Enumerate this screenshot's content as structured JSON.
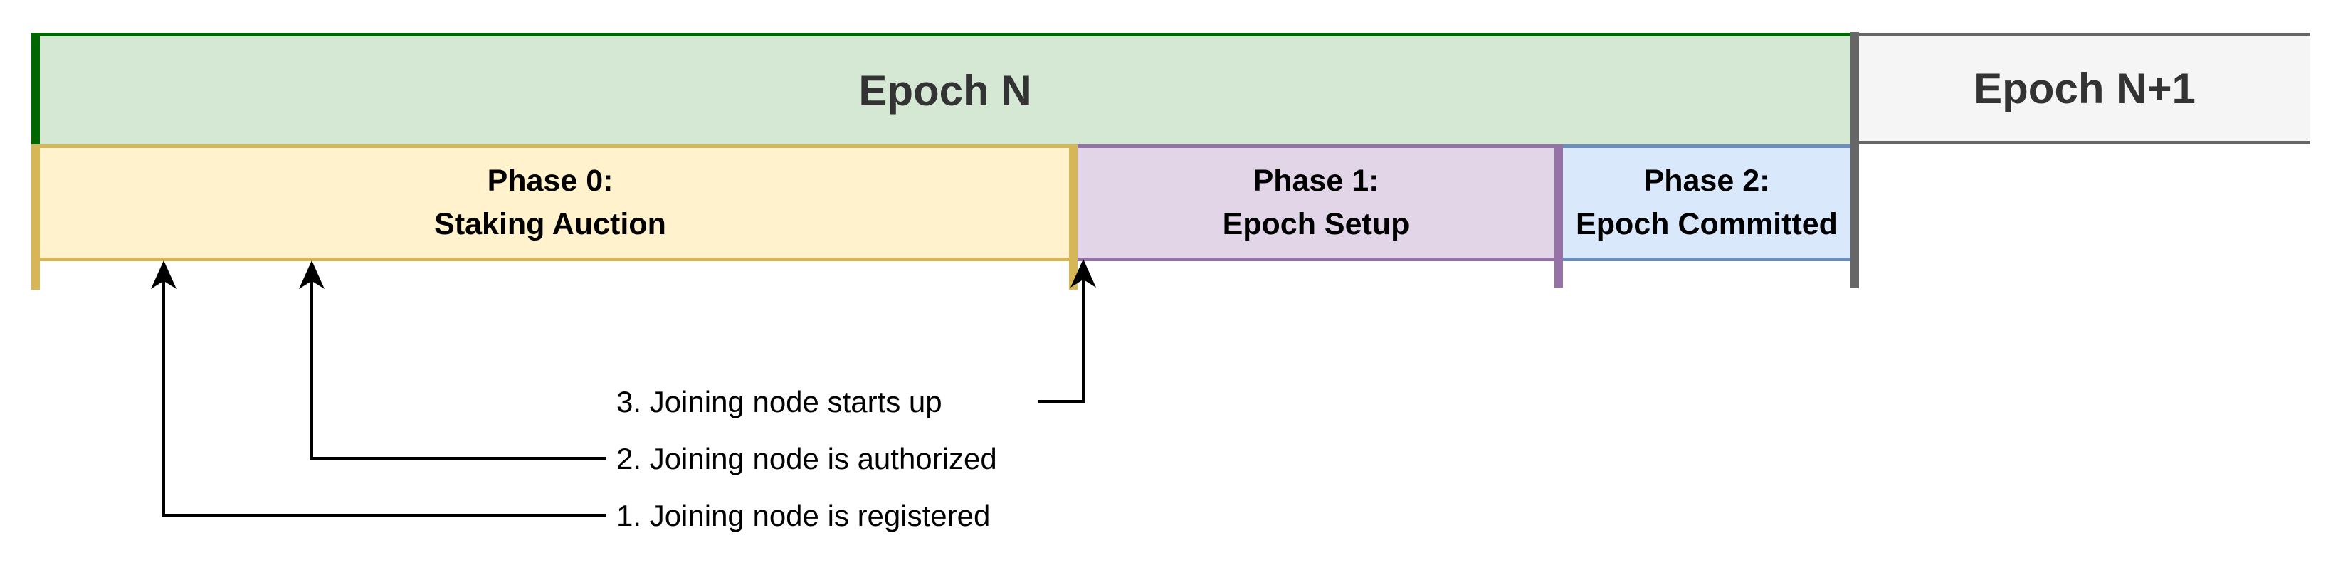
{
  "epochs": [
    {
      "id": "epoch-n",
      "label": "Epoch N",
      "fill": "#d5e8d4",
      "border": "#006600",
      "text_color": "#333333"
    },
    {
      "id": "epoch-n-plus-1",
      "label": "Epoch N+1",
      "fill": "#f5f5f5",
      "border": "#666666",
      "text_color": "#333333"
    }
  ],
  "phases": [
    {
      "id": "phase-0",
      "label_line1": "Phase 0:",
      "label_line2": "Staking Auction",
      "fill": "#fff2cc",
      "border": "#d6b656",
      "text_color": "#000000"
    },
    {
      "id": "phase-1",
      "label_line1": "Phase 1:",
      "label_line2": "Epoch Setup",
      "fill": "#e1d5e7",
      "border": "#9673a6",
      "text_color": "#000000"
    },
    {
      "id": "phase-2",
      "label_line1": "Phase 2:",
      "label_line2": "Epoch Committed",
      "fill": "#dae8fc",
      "border": "#6c8ebf",
      "text_color": "#000000"
    }
  ],
  "events": [
    {
      "id": "event-1",
      "label": "1. Joining node is registered"
    },
    {
      "id": "event-2",
      "label": "2. Joining node is authorized"
    },
    {
      "id": "event-3",
      "label": "3. Joining node starts up"
    }
  ],
  "colors": {
    "background": "#ffffff",
    "epoch_boundary_start": "#006600",
    "epoch_boundary_end": "#666666",
    "phase_tick_yellow": "#d6b656",
    "phase_tick_purple": "#9673a6",
    "arrow": "#000000",
    "annotation_text": "#000000"
  }
}
